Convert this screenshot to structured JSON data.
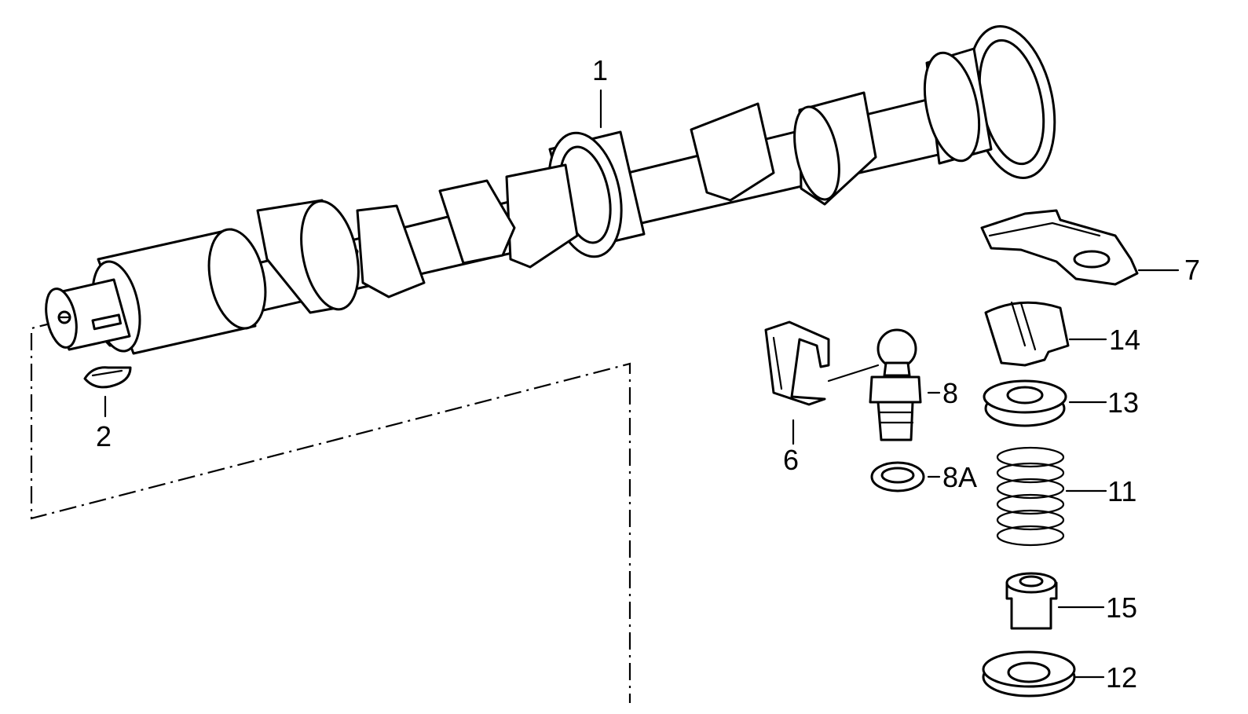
{
  "diagram": {
    "callouts": [
      {
        "id": "callout-1",
        "text": "1"
      },
      {
        "id": "callout-2",
        "text": "2"
      },
      {
        "id": "callout-6",
        "text": "6"
      },
      {
        "id": "callout-7",
        "text": "7"
      },
      {
        "id": "callout-8",
        "text": "8"
      },
      {
        "id": "callout-8a",
        "text": "8A"
      },
      {
        "id": "callout-11",
        "text": "11"
      },
      {
        "id": "callout-12",
        "text": "12"
      },
      {
        "id": "callout-13",
        "text": "13"
      },
      {
        "id": "callout-14",
        "text": "14"
      },
      {
        "id": "callout-15",
        "text": "15"
      }
    ],
    "colors": {
      "line": "#000000",
      "background": "#ffffff"
    }
  }
}
